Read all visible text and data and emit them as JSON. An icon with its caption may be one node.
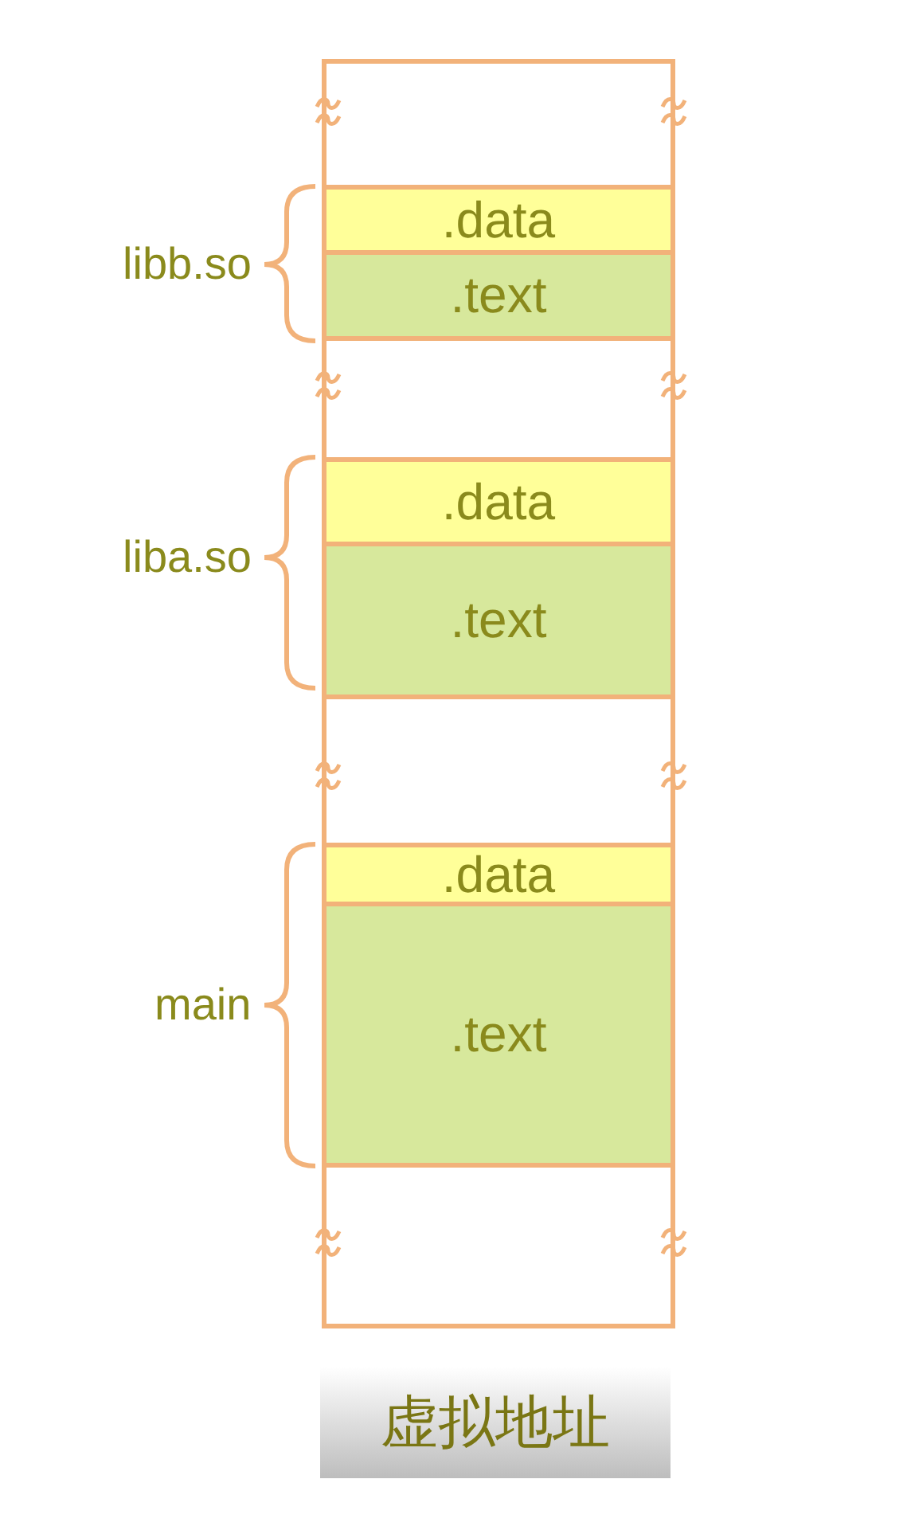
{
  "diagram": {
    "nodes": [
      {
        "text": [],
        "shape": "box"
      },
      {
        "text": [
          ".data"
        ],
        "in": 0
      },
      {
        "text": [
          ".text"
        ],
        "in": 0
      },
      {
        "text": [
          ".data"
        ],
        "in": 0
      },
      {
        "text": [
          ".text"
        ],
        "in": 0
      },
      {
        "text": [
          ".data"
        ],
        "in": 0
      },
      {
        "text": [
          ".text"
        ],
        "in": 0
      },
      {
        "text": [
          "虚拟地址"
        ]
      }
    ],
    "labels": [
      "libb.so",
      "liba.so",
      "main"
    ]
  }
}
